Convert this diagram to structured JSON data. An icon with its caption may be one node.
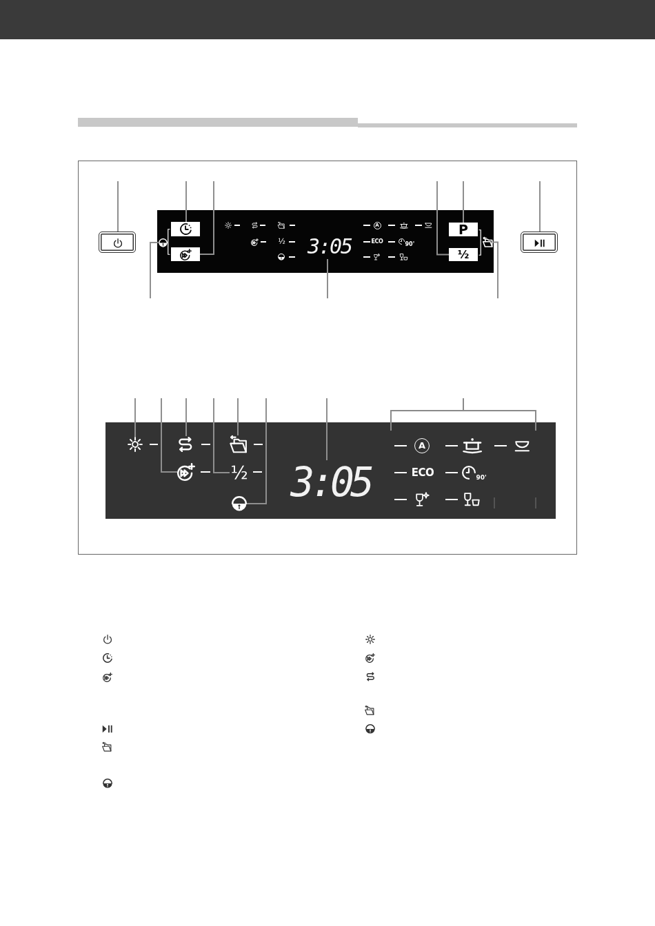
{
  "diagram": {
    "nodes": [
      {
        "text": [],
        "shape": "box"
      },
      {
        "text": [],
        "shape": "box"
      },
      {
        "text": [],
        "shape": "box",
        "in": 1
      },
      {
        "text": [],
        "shape": "box",
        "in": 1
      },
      {
        "text": [],
        "shape": "picture",
        "in": 1
      },
      {
        "text": [
          "3:05"
        ],
        "in": 1
      },
      {
        "text": [
          "P"
        ],
        "in": 1
      },
      {
        "text": [
          "½"
        ],
        "in": 1
      },
      {
        "text": [],
        "shape": "picture",
        "in": 1
      },
      {
        "text": [],
        "shape": "box"
      },
      {
        "text": [],
        "shape": "box"
      },
      {
        "text": [],
        "shape": "picture",
        "in": 10
      },
      {
        "text": [],
        "shape": "picture",
        "in": 10
      },
      {
        "text": [],
        "shape": "picture",
        "in": 10
      },
      {
        "text": [
          "½"
        ],
        "in": 10
      },
      {
        "text": [],
        "shape": "picture",
        "in": 10
      },
      {
        "text": [],
        "shape": "picture",
        "in": 10
      },
      {
        "text": [
          "3:05"
        ],
        "in": 10
      }
    ],
    "edges": [
      {
        "from": null,
        "to": 0,
        "arrow": "none"
      },
      {
        "from": null,
        "to": 2,
        "arrow": "none"
      },
      {
        "from": null,
        "to": 3,
        "arrow": "none"
      },
      {
        "from": null,
        "to": 7,
        "arrow": "none"
      },
      {
        "from": null,
        "to": 6,
        "arrow": "none"
      },
      {
        "from": null,
        "to": 9,
        "arrow": "none"
      },
      {
        "from": null,
        "to": 4,
        "arrow": "none"
      },
      {
        "from": null,
        "to": 5,
        "arrow": "none"
      },
      {
        "from": null,
        "to": 8,
        "arrow": "none"
      },
      {
        "from": null,
        "to": 11,
        "arrow": "none"
      },
      {
        "from": null,
        "to": 12,
        "arrow": "none"
      },
      {
        "from": null,
        "to": 13,
        "arrow": "none"
      },
      {
        "from": null,
        "to": 14,
        "arrow": "none"
      },
      {
        "from": null,
        "to": 15,
        "arrow": "none"
      },
      {
        "from": null,
        "to": 16,
        "arrow": "none"
      },
      {
        "from": null,
        "to": 17,
        "arrow": "none"
      }
    ],
    "labels": [
      "A",
      "½",
      "ECO",
      "90'",
      "A",
      "ECO",
      "90'"
    ]
  }
}
